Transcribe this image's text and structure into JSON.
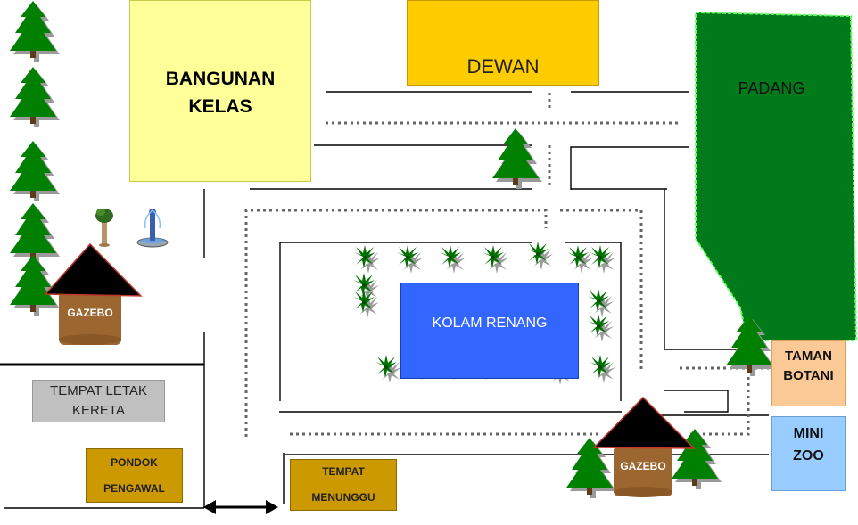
{
  "labels": {
    "bangunan_1": "BANGUNAN",
    "bangunan_2": "KELAS",
    "dewan": "DEWAN",
    "padang": "PADANG",
    "kolam": "KOLAM RENANG",
    "gazebo_left": "GAZEBO",
    "gazebo_right": "GAZEBO",
    "parking_1": "TEMPAT LETAK",
    "parking_2": "KERETA",
    "pondok_1": "PONDOK",
    "pondok_2": "PENGAWAL",
    "menunggu_1": "TEMPAT",
    "menunggu_2": "MENUNGGU",
    "taman_1": "TAMAN",
    "taman_2": "BOTANI",
    "zoo_1": "MINI",
    "zoo_2": "ZOO"
  },
  "colors": {
    "bangunan": "#ffff99",
    "dewan": "#ffcc00",
    "padang": "#007a1a",
    "kolam": "#3366ff",
    "parking": "#c0c0c0",
    "pondok": "#cc9900",
    "taman": "#fbc996",
    "zoo": "#99ccff",
    "gazebo_roof": "#000000",
    "gazebo_base": "#9c6630",
    "tree": "#008000"
  },
  "icons": {
    "tree": "pine-tree-icon",
    "palm": "palm-tree-icon",
    "fountain": "fountain-icon",
    "small_tree": "small-tree-icon",
    "arrow": "double-arrow-icon"
  }
}
